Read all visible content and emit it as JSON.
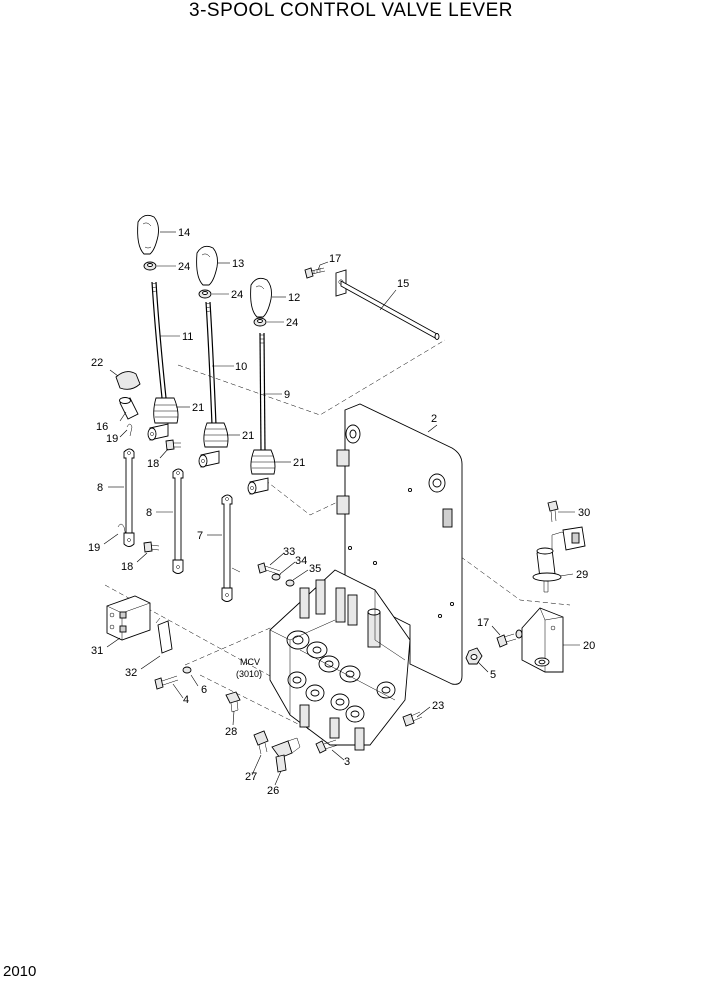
{
  "title": "3-SPOOL CONTROL VALVE LEVER",
  "page_number": "2010",
  "mcv_label": {
    "line1": "MCV",
    "line2": "(3010)"
  },
  "callouts": {
    "c14": "14",
    "c24a": "24",
    "c13": "13",
    "c24b": "24",
    "c12": "12",
    "c24c": "24",
    "c17a": "17",
    "c15": "15",
    "c11": "11",
    "c10": "10",
    "c9": "9",
    "c22": "22",
    "c21a": "21",
    "c21b": "21",
    "c21c": "21",
    "c16": "16",
    "c19a": "19",
    "c18a": "18",
    "c2": "2",
    "c8a": "8",
    "c8b": "8",
    "c7": "7",
    "c19b": "19",
    "c18b": "18",
    "c33": "33",
    "c34": "34",
    "c35": "35",
    "c30": "30",
    "c29": "29",
    "c31": "31",
    "c32": "32",
    "c6": "6",
    "c4": "4",
    "c17b": "17",
    "c20": "20",
    "c5": "5",
    "c28": "28",
    "c23": "23",
    "c27": "27",
    "c3": "3",
    "c26": "26"
  }
}
